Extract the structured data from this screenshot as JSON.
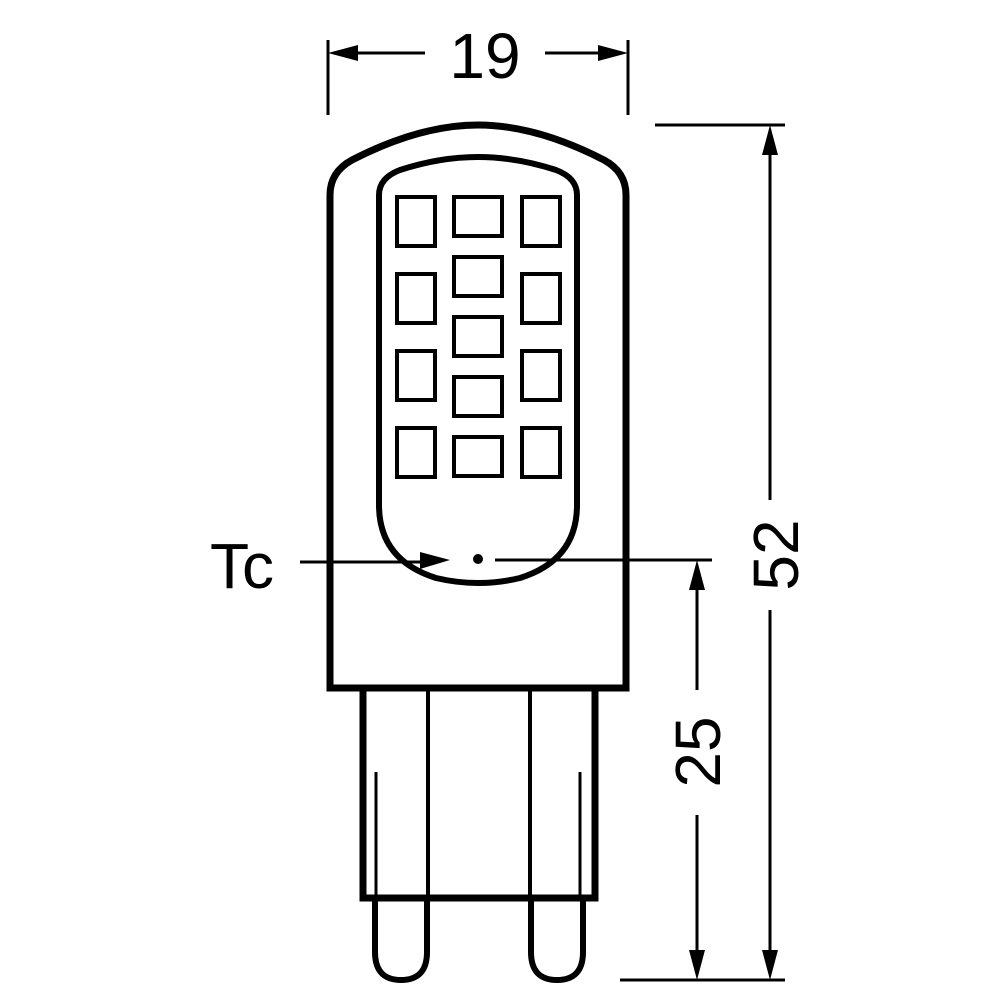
{
  "drawing": {
    "width_label": "19",
    "height_label": "52",
    "tc_height_label": "25",
    "tc_label": "Tc",
    "line_color": "#000000",
    "background_color": "#ffffff",
    "led_rows_outer_columns": 4,
    "led_rows_middle_column": 5
  }
}
